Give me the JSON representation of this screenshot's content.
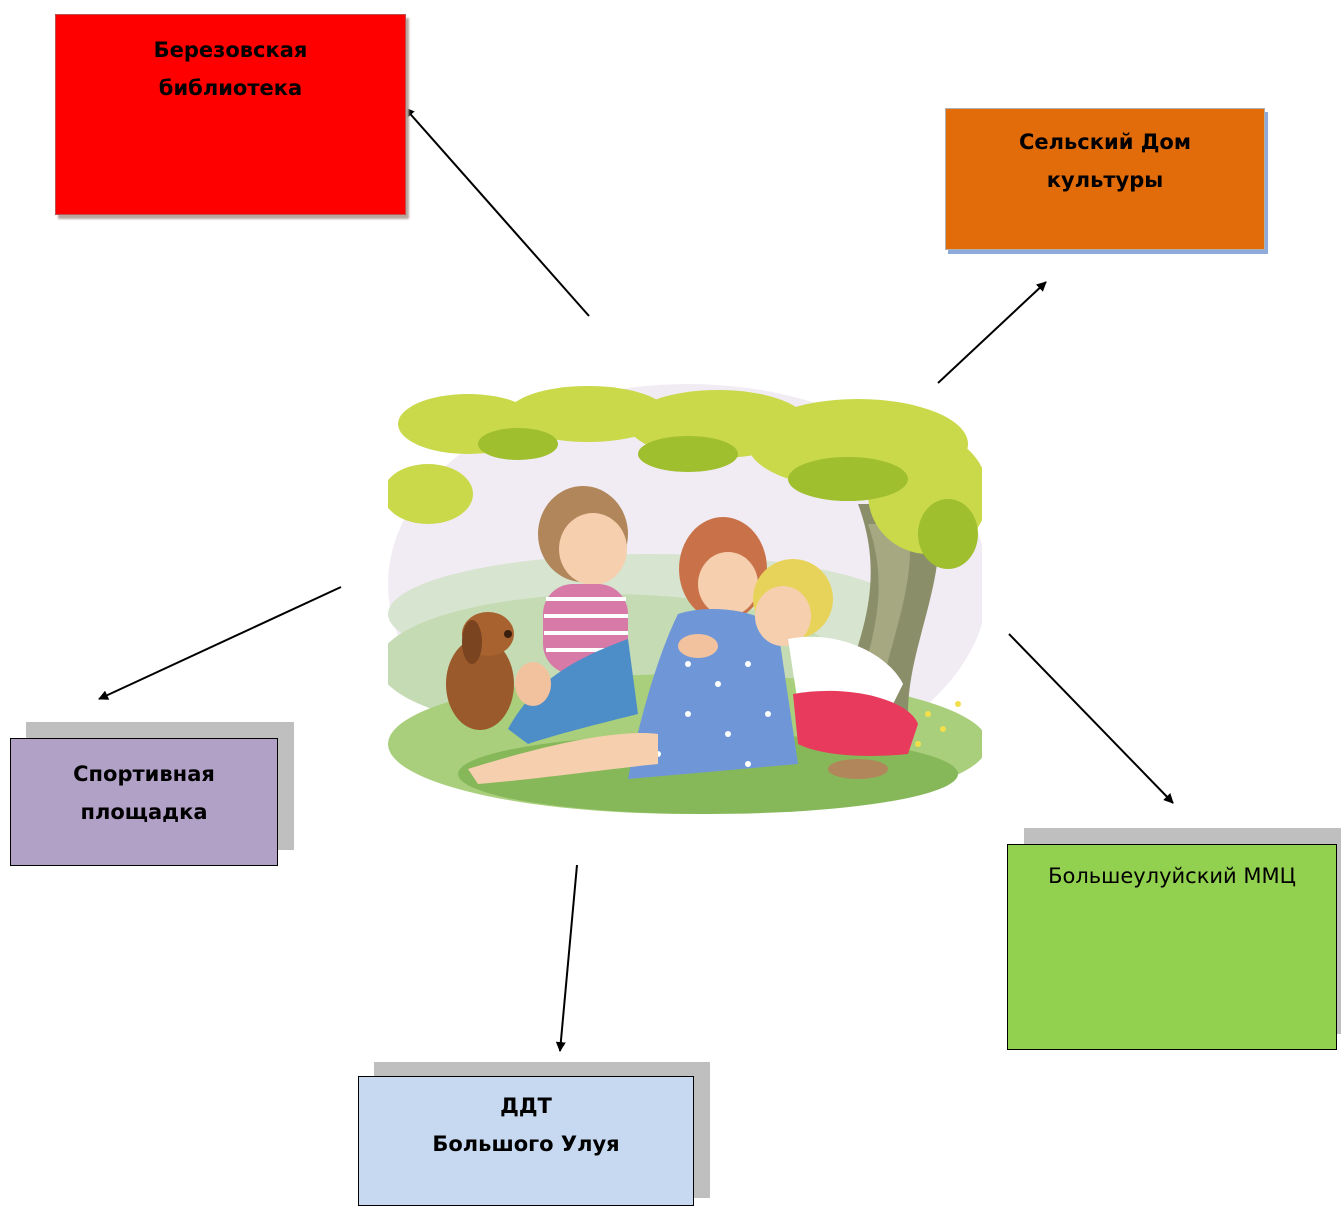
{
  "nodes": {
    "library": {
      "line1": "Березовская",
      "line2": "библиотека",
      "color": "#ff0000"
    },
    "sdk": {
      "line1": "Сельский Дом",
      "line2": "культуры",
      "color": "#e36c0a"
    },
    "sport": {
      "line1": "Спортивная",
      "line2": "площадка",
      "color": "#b2a1c7"
    },
    "ddt": {
      "line1": "ДДТ",
      "line2": "Большого Улуя",
      "color": "#c6d9f0"
    },
    "mmc": {
      "line1": "Большеулуйский ММЦ",
      "color": "#92d050"
    }
  },
  "center_image": {
    "subject": "children-under-tree-with-puppy-illustration"
  },
  "edges": [
    {
      "from": "center",
      "to": "library"
    },
    {
      "from": "center",
      "to": "sdk"
    },
    {
      "from": "center",
      "to": "sport"
    },
    {
      "from": "center",
      "to": "ddt"
    },
    {
      "from": "center",
      "to": "mmc"
    }
  ]
}
